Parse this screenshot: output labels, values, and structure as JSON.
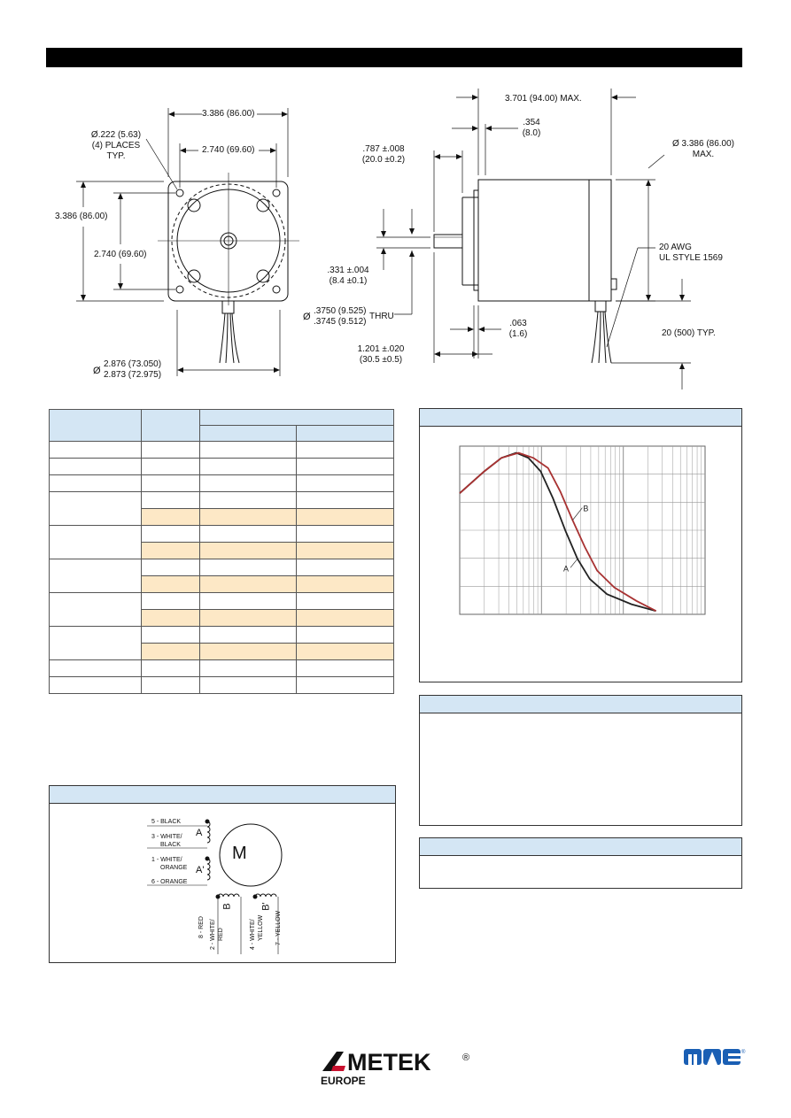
{
  "front_view": {
    "width_overall": "3.386 (86.00)",
    "bolt_spacing_h": "2.740 (69.60)",
    "hole_line1": "Ø.222 (5.63)",
    "hole_line2": "(4) PLACES",
    "hole_line3": "TYP.",
    "height_overall": "3.386 (86.00)",
    "bolt_spacing_v": "2.740 (69.60)",
    "pilot_symbol": "Ø",
    "pilot_line1": "2.876 (73.050)",
    "pilot_line2": "2.873 (72.975)"
  },
  "side_view": {
    "length_max": "3.701 (94.00) MAX.",
    "flat_len_1": ".354",
    "flat_len_2": "(8.0)",
    "pilot_len_1": ".787 ±.008",
    "pilot_len_2": "(20.0 ±0.2)",
    "body_dia_1": "Ø 3.386 (86.00)",
    "body_dia_2": "MAX.",
    "flat_1": ".331 ±.004",
    "flat_2": "(8.4 ±0.1)",
    "shaft_symbol": "Ø",
    "shaft_1": ".3750 (9.525)",
    "shaft_2": ".3745 (9.512)",
    "shaft_thru": "THRU",
    "flange_1": ".063",
    "flange_2": "(1.6)",
    "shaft_len_1": "1.201 ±.020",
    "shaft_len_2": "(30.5 ±0.5)",
    "wire_1": "20 AWG",
    "wire_2": "UL STYLE 1569",
    "lead_len": "20 (500) TYP."
  },
  "wiring": {
    "motor_label": "M",
    "phase_a": "A",
    "phase_a_prime": "A'",
    "phase_b": "B",
    "phase_b_prime": "B'",
    "lead_5": "5 - BLACK",
    "lead_3a": "3 - WHITE/",
    "lead_3b": "BLACK",
    "lead_1a": "1 - WHITE/",
    "lead_1b": "ORANGE",
    "lead_6": "6 - ORANGE",
    "lead_8": "8 - RED",
    "lead_2a": "2 - WHITE/",
    "lead_2b": "RED",
    "lead_4a": "4 - WHITE/",
    "lead_4b": "YELLOW",
    "lead_7": "7 - YELLOW"
  },
  "chart_data": {
    "type": "line",
    "x_scale": "log",
    "grid": true,
    "series": [
      {
        "name": "A",
        "color": "#222222",
        "points": [
          [
            0.0,
            0.72
          ],
          [
            0.1,
            0.85
          ],
          [
            0.17,
            0.93
          ],
          [
            0.23,
            0.96
          ],
          [
            0.28,
            0.93
          ],
          [
            0.33,
            0.85
          ],
          [
            0.38,
            0.69
          ],
          [
            0.43,
            0.5
          ],
          [
            0.48,
            0.33
          ],
          [
            0.53,
            0.21
          ],
          [
            0.6,
            0.12
          ],
          [
            0.7,
            0.06
          ],
          [
            0.8,
            0.02
          ]
        ]
      },
      {
        "name": "B",
        "color": "#a83232",
        "points": [
          [
            0.0,
            0.72
          ],
          [
            0.1,
            0.85
          ],
          [
            0.17,
            0.93
          ],
          [
            0.24,
            0.96
          ],
          [
            0.3,
            0.93
          ],
          [
            0.36,
            0.87
          ],
          [
            0.41,
            0.73
          ],
          [
            0.46,
            0.56
          ],
          [
            0.51,
            0.4
          ],
          [
            0.56,
            0.26
          ],
          [
            0.63,
            0.16
          ],
          [
            0.72,
            0.08
          ],
          [
            0.8,
            0.02
          ]
        ]
      }
    ]
  }
}
